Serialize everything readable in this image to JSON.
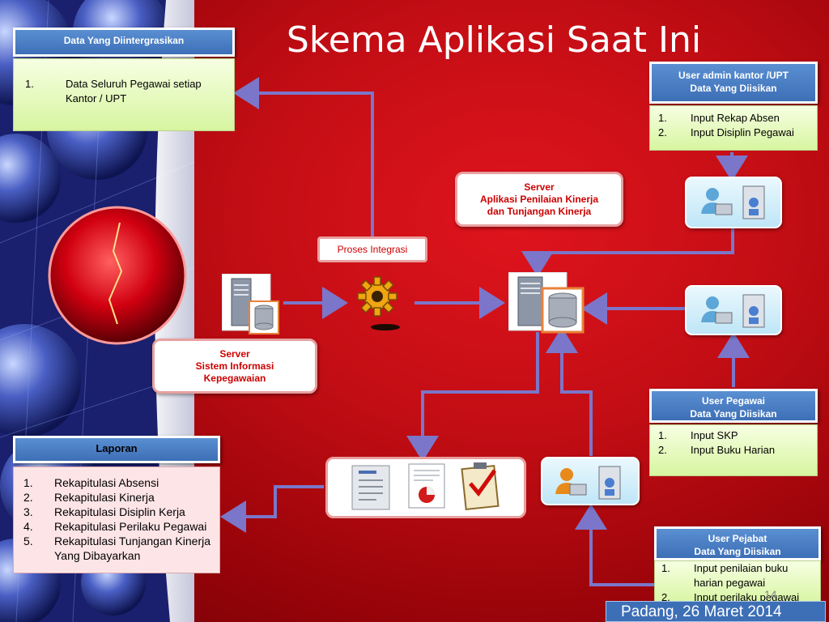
{
  "title": "Skema Aplikasi Saat Ini",
  "integrated": {
    "header": "Data Yang Diintergrasikan",
    "items": [
      {
        "num": "1.",
        "text": "Data Seluruh Pegawai setiap Kantor / UPT"
      }
    ]
  },
  "admin": {
    "header_line1": "User admin kantor /UPT",
    "header_line2": "Data Yang Diisikan",
    "items": [
      {
        "num": "1.",
        "text": "Input Rekap Absen"
      },
      {
        "num": "2.",
        "text": "Input Disiplin Pegawai"
      }
    ]
  },
  "server_app": {
    "line1": "Server",
    "line2": "Aplikasi Penilaian Kinerja",
    "line3": "dan Tunjangan Kinerja"
  },
  "proses": "Proses  Integrasi",
  "server_sik": {
    "line1": "Server",
    "line2": "Sistem Informasi",
    "line3": "Kepegawaian"
  },
  "pegawai": {
    "header_line1": "User Pegawai",
    "header_line2": "Data Yang Diisikan",
    "items": [
      {
        "num": "1.",
        "text": "Input SKP"
      },
      {
        "num": "2.",
        "text": "Input Buku Harian"
      }
    ]
  },
  "laporan": {
    "header": "Laporan",
    "items": [
      {
        "num": "1.",
        "text": "Rekapitulasi Absensi"
      },
      {
        "num": "2.",
        "text": "Rekapitulasi Kinerja"
      },
      {
        "num": "3.",
        "text": "Rekapitulasi Disiplin Kerja"
      },
      {
        "num": "4.",
        "text": "Rekapitulasi Perilaku Pegawai"
      },
      {
        "num": "5.",
        "text": "Rekapitulasi Tunjangan Kinerja Yang Dibayarkan"
      }
    ]
  },
  "pejabat": {
    "header_line1": "User Pejabat",
    "header_line2": "Data Yang Diisikan",
    "items": [
      {
        "num": "1.",
        "text": "Input penilaian buku harian pegawai"
      },
      {
        "num": "2.",
        "text": "Input perilaku pegawai"
      }
    ]
  },
  "footer": "Padang, 26 Maret 2014",
  "page_number": "14",
  "colors": {
    "header_blue": "#3d6fb6",
    "arrow": "#7b76c9",
    "server_text": "#cc0000",
    "green_body": "#d7f5a0",
    "pink_body": "#fde4e7"
  },
  "icons": [
    "server-icon",
    "database-icon",
    "gear-icon",
    "user-computer-icon",
    "document-icon",
    "chart-document-icon",
    "checklist-icon"
  ]
}
